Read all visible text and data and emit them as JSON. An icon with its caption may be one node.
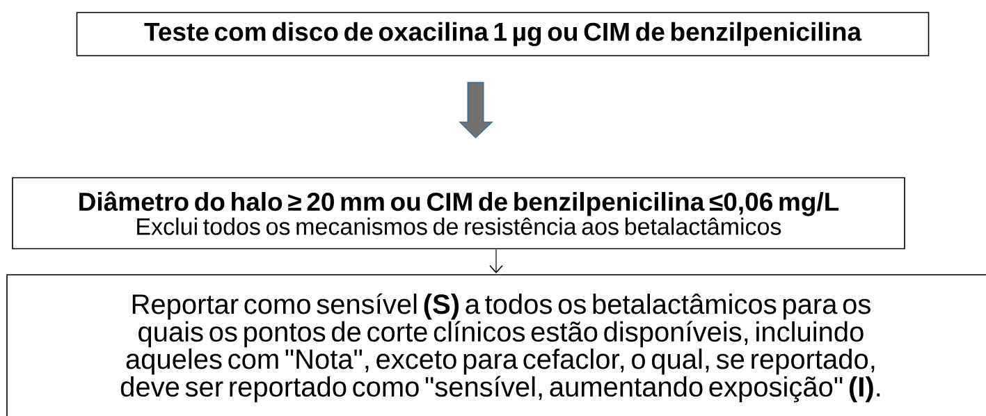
{
  "diagram": {
    "nodes": [
      {
        "text": [
          "Teste com disco de oxacilina 1 µg ou CIM de benzilpenicilina"
        ]
      },
      {
        "text": [
          "Diâmetro do halo ≥ 20 mm ou CIM de benzilpenicilina ≤0,06 mg/L",
          "Exclui todos os mecanismos de resistência aos betalactâmicos"
        ]
      },
      {
        "text": [
          "Reportar como sensível **(S)** a todos os betalactâmicos para os quais os pontos de corte clínicos estão disponíveis, incluindo aqueles com \"Nota\", exceto para cefaclor, o qual, se reportado, deve ser reportado como \"sensível, aumentando exposição\" **(I)**."
        ]
      }
    ],
    "edges": [
      {
        "from": 0,
        "to": 1,
        "arrow": "to",
        "style": "thick",
        "color": "#767171"
      },
      {
        "from": 1,
        "to": 2,
        "arrow": "to"
      }
    ]
  }
}
